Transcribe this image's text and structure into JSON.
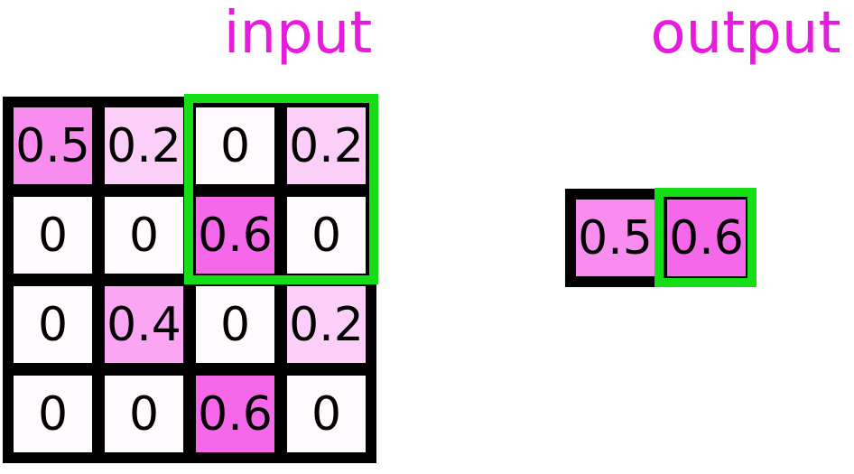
{
  "titles": {
    "input": "input",
    "output": "output"
  },
  "colors": {
    "title_magenta": "#E51CDC",
    "grid_border_black": "#000000",
    "highlight_green": "#16DE16",
    "number_text": "#000000",
    "background": "#FFFFFF"
  },
  "value_colors": {
    "0": "#FEFAFE",
    "0.2": "#FBCFF7",
    "0.4": "#FAA6F3",
    "0.5": "#F98DEF",
    "0.6": "#F568EA"
  },
  "input_grid": {
    "rows": 4,
    "cols": 4,
    "cells": [
      [
        "0.5",
        "0.2",
        "0",
        "0.2"
      ],
      [
        "0",
        "0",
        "0.6",
        "0"
      ],
      [
        "0",
        "0.4",
        "0",
        "0.2"
      ],
      [
        "0",
        "0",
        "0.6",
        "0"
      ]
    ],
    "highlight_window": {
      "description": "2x2 pooling window over rows 0-1, columns 2-3",
      "rows": [
        0,
        1
      ],
      "cols": [
        2,
        3
      ]
    }
  },
  "output_grid": {
    "rows": 1,
    "cols": 2,
    "cells": [
      [
        "0.5",
        "0.6"
      ]
    ],
    "highlight_cell": {
      "row": 0,
      "col": 1,
      "value": "0.6"
    }
  }
}
